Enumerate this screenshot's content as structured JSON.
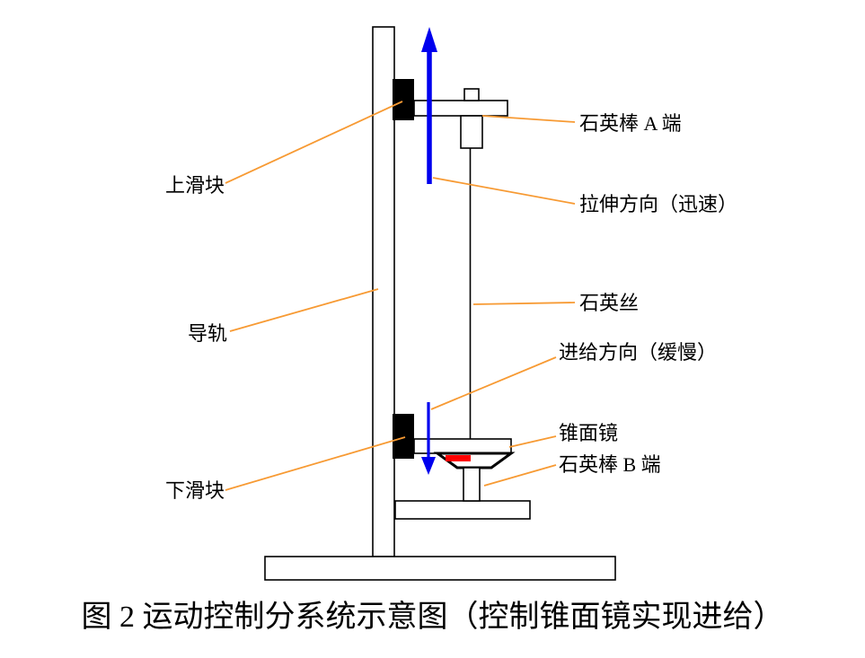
{
  "diagram": {
    "labels": {
      "upper_slider": "上滑块",
      "rail": "导轨",
      "lower_slider": "下滑块",
      "quartz_rod_a": "石英棒 A 端",
      "stretch_direction": "拉伸方向（迅速）",
      "quartz_fiber": "石英丝",
      "feed_direction": "进给方向（缓慢）",
      "cone_mirror": "锥面镜",
      "quartz_rod_b": "石英棒 B 端"
    },
    "caption": "图 2 运动控制分系统示意图（控制锥面镜实现进给）"
  },
  "colors": {
    "leader_line": "#F79A33",
    "arrow_blue": "#0000EE",
    "marker_red": "#FF0000",
    "outline_black": "#000000"
  }
}
